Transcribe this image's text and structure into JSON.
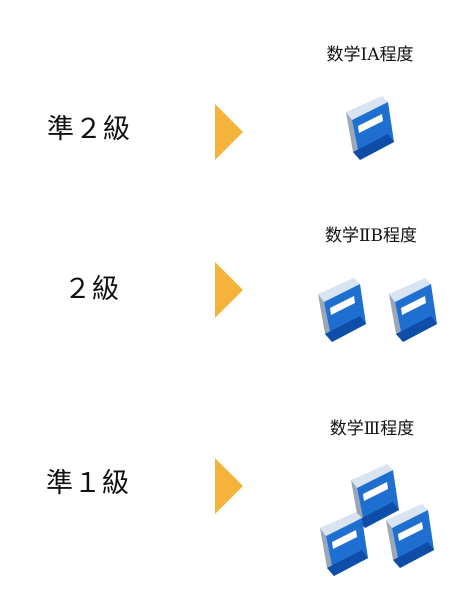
{
  "colors": {
    "arrow": "#f4b43c",
    "book_cover": "#1f6fd1",
    "book_spine": "#0f4ea8",
    "book_pages": "#9aa7b6",
    "book_label": "#ffffff"
  },
  "levels": [
    {
      "label": "準２級",
      "scope": "数学ⅠA程度",
      "arrow_icon": "triangle-right-icon",
      "book_count": 1,
      "book_icon": "book-icon"
    },
    {
      "label": "２級",
      "scope": "数学ⅡB程度",
      "arrow_icon": "triangle-right-icon",
      "book_count": 2,
      "book_icon": "book-icon"
    },
    {
      "label": "準１級",
      "scope": "数学Ⅲ程度",
      "arrow_icon": "triangle-right-icon",
      "book_count": 3,
      "book_icon": "book-icon"
    }
  ]
}
